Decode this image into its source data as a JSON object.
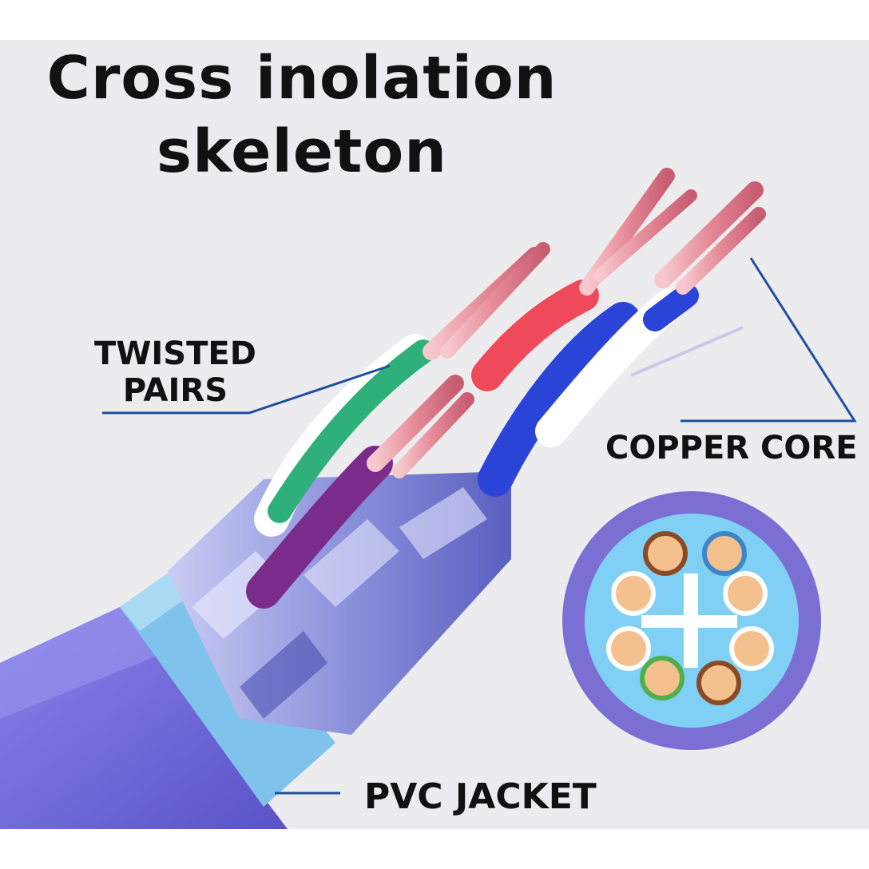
{
  "title": {
    "line1": "Cross inolation",
    "line2": "skeleton"
  },
  "labels": {
    "twisted_pairs": {
      "line1": "TWISTED",
      "line2": "PAIRS"
    },
    "copper_core": "COPPER CORE",
    "pvc_jacket": "PVC JACKET"
  },
  "colors": {
    "background": "#ececee",
    "jacket": "#6b63d6",
    "inner_sleeve": "#7fc3ec",
    "shield": "#9aa0e0",
    "copper": "#e9a0a8",
    "callout_line": "#1e4fa0",
    "wire_green": "#2fb07a",
    "wire_red": "#ef4a5a",
    "wire_blue": "#2a44d8",
    "wire_purple": "#7a2c8a"
  },
  "cross_section": {
    "conductors": [
      {
        "ring": "brown"
      },
      {
        "ring": "blue"
      },
      {
        "ring": "white"
      },
      {
        "ring": "white"
      },
      {
        "ring": "white"
      },
      {
        "ring": "white"
      },
      {
        "ring": "green"
      },
      {
        "ring": "brown"
      }
    ]
  }
}
